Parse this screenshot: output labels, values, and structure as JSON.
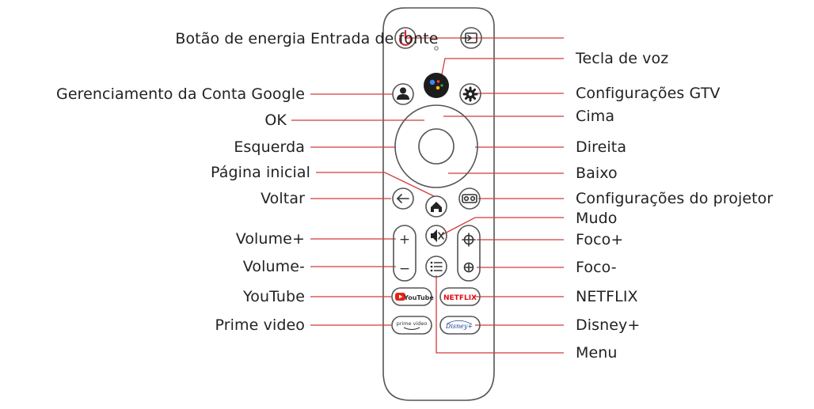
{
  "colors": {
    "leader_line": "#d23b3b",
    "power_icon": "#d9262c",
    "youtube_red": "#e62117",
    "netflix_red": "#e50914",
    "disney_blue": "#1b3f94",
    "assistant_dots": [
      "#4285f4",
      "#ea4335",
      "#fbbc05",
      "#34a853"
    ]
  },
  "labels": {
    "power": "Botão de energia",
    "input": "Entrada de fonte",
    "voice": "Tecla de voz",
    "google_account": "Gerenciamento da Conta Google",
    "gtv_settings": "Configurações GTV",
    "up": "Cima",
    "ok": "OK",
    "left": "Esquerda",
    "right": "Direita",
    "down": "Baixo",
    "home": "Página inicial",
    "back": "Voltar",
    "projector_settings": "Configurações do projetor",
    "mute": "Mudo",
    "volume_up": "Volume+",
    "focus_up": "Foco+",
    "volume_down": "Volume-",
    "focus_down": "Foco-",
    "youtube": "YouTube",
    "netflix": "NETFLIX",
    "prime_video": "Prime video",
    "disney": "Disney+",
    "menu": "Menu"
  },
  "buttons": {
    "youtube_text": "YouTube",
    "netflix_text": "NETFLIX",
    "prime_text": "prime video",
    "disney_text": "Disney+",
    "plus": "+",
    "minus": "−"
  },
  "icons": {
    "power": "power-icon",
    "input": "input-source-icon",
    "voice": "google-assistant-icon",
    "account": "person-icon",
    "settings": "gear-icon",
    "back": "arrow-left-icon",
    "home": "home-icon",
    "projector": "projector-icon",
    "mute": "mute-icon",
    "focus_up": "focus-plus-icon",
    "focus_down": "focus-minus-icon",
    "menu": "menu-list-icon"
  }
}
